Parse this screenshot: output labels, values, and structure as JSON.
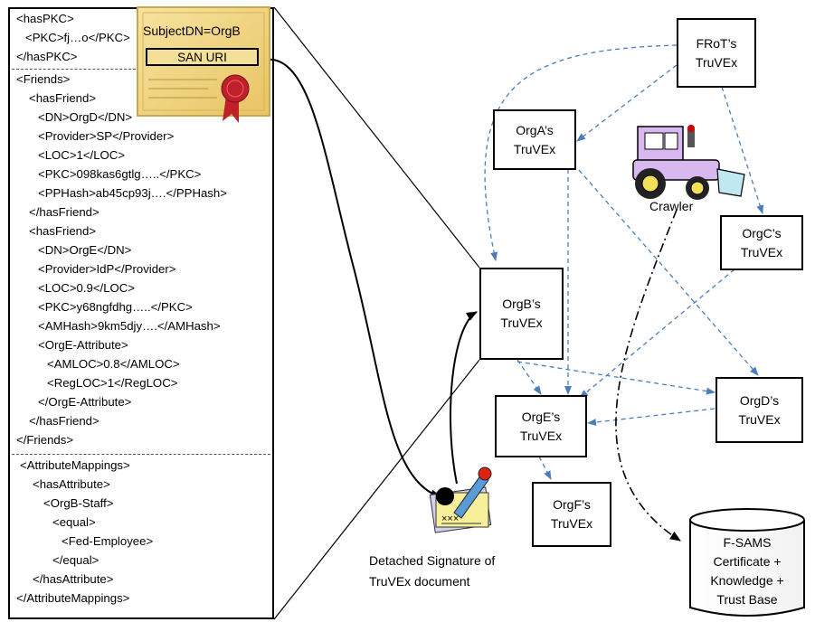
{
  "xml_panel": {
    "lines": [
      "<hasPKC>",
      "<PKC>fj…o</PKC>",
      "</hasPKC>",
      "<Friends>",
      "<hasFriend>",
      "<DN>OrgD</DN>",
      "<Provider>SP</Provider>",
      "<LOC>1</LOC>",
      "<PKC>098kas6gtlg…..</PKC>",
      "<PPHash>ab45cp93j….</PPHash>",
      "</hasFriend>",
      "<hasFriend>",
      "<DN>OrgE</DN>",
      "<Provider>IdP</Provider>",
      "<LOC>0.9</LOC>",
      "<PKC>y68ngfdhg…..</PKC>",
      "<AMHash>9km5djy….</AMHash>",
      "<OrgE-Attribute>",
      "<AMLOC>0.8</AMLOC>",
      "<RegLOC>1</RegLOC>",
      "</OrgE-Attribute>",
      "</hasFriend>",
      "</Friends>",
      "<AttributeMappings>",
      "<hasAttribute>",
      "<OrgB-Staff>",
      "<equal>",
      "<Fed-Employee>",
      "</equal>",
      "</hasAttribute>",
      "</AttributeMappings>"
    ]
  },
  "certificate": {
    "subject": "SubjectDN=OrgB",
    "san": "SAN URI"
  },
  "nodes": {
    "frot": [
      "FRoT’s",
      "TruVEx"
    ],
    "orga": [
      "OrgA’s",
      "TruVEx"
    ],
    "orgb": [
      "OrgB’s",
      "TruVEx"
    ],
    "orgc": [
      "OrgC’s",
      "TruVEx"
    ],
    "orgd": [
      "OrgD’s",
      "TruVEx"
    ],
    "orge": [
      "OrgE’s",
      "TruVEx"
    ],
    "orgf": [
      "OrgF’s",
      "TruVEx"
    ]
  },
  "crawler_label": "Crawler",
  "signature_label": [
    "Detached Signature of",
    "TruVEx document"
  ],
  "database_label": [
    "F-SAMS",
    "Certificate +",
    "Knowledge +",
    "Trust Base"
  ],
  "colors": {
    "dashed_arrow": "#4a7ebb",
    "certificate_fill": "#f0d27a",
    "certificate_border": "#c9a94a",
    "ribbon": "#c0202a",
    "crawler_body": "#d8b8ee"
  }
}
